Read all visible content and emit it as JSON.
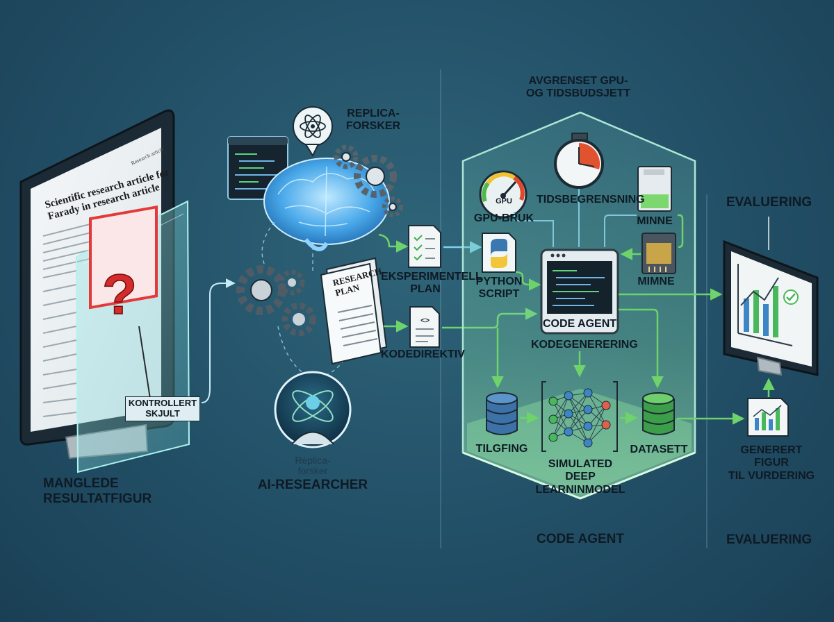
{
  "labels": {
    "replica_top": "REPLICA-\nFORSKER",
    "experimental_plan": "EKSPERIMENTELL\nPLAN",
    "python_script": "PYTHON\nSCRIPT",
    "code_directive": "KODEDIREKTIV",
    "controlled_hidden": "KONTROLLERT\nSKJULT",
    "missing_figure": "MANGLEDE\nRESULTATFIGUR",
    "replica_bottom": "Replica-\nforsker",
    "ai_researcher": "AI-RESEARCHER",
    "budget": "AVGRENSET GPU-\nOG TIDSBUDSJETT",
    "gpu_usage": "GPU-BRUK",
    "gpu_gauge": "GPU",
    "time_limit": "TIDSBEGRENSNING",
    "memory_1": "MINNE",
    "memory_2": "MIMNE",
    "code_agent_box": "CODE AGENT",
    "code_generation": "KODEGENERERING",
    "access": "TILGFING",
    "simulated_model": "SIMULATED\nDEEP LEARNINMODEL",
    "dataset": "DATASETT",
    "evaluation_top": "EVALUERING",
    "generated_figure": "GENERERT FIGUR\nTIL VURDERING",
    "code_agent_bottom": "CODE AGENT",
    "evaluation_bottom": "EVALUERING"
  },
  "paper": {
    "title": "Scientific research article for\nFarady in research article",
    "header_tag": "Research article",
    "question_mark": "?"
  },
  "research_plan_doc": "RESEARCH\nPLAN",
  "code_tag": "<>",
  "colors": {
    "background": "#24536a",
    "arrow_green": "#6ed36a",
    "arrow_blue": "#6cc3e6",
    "panel_glow": "#8fe6a0",
    "brain_blue": "#3a9be0",
    "question_red": "#e23a3a"
  },
  "icons": [
    "monitor-icon",
    "question-icon",
    "brain-icon",
    "atom-icon",
    "gear-icon",
    "code-window-icon",
    "document-icon",
    "python-icon",
    "stopwatch-icon",
    "gauge-icon",
    "memory-card-icon",
    "database-icon",
    "neural-network-icon",
    "chart-icon",
    "checkmark-icon",
    "researcher-avatar-icon"
  ]
}
